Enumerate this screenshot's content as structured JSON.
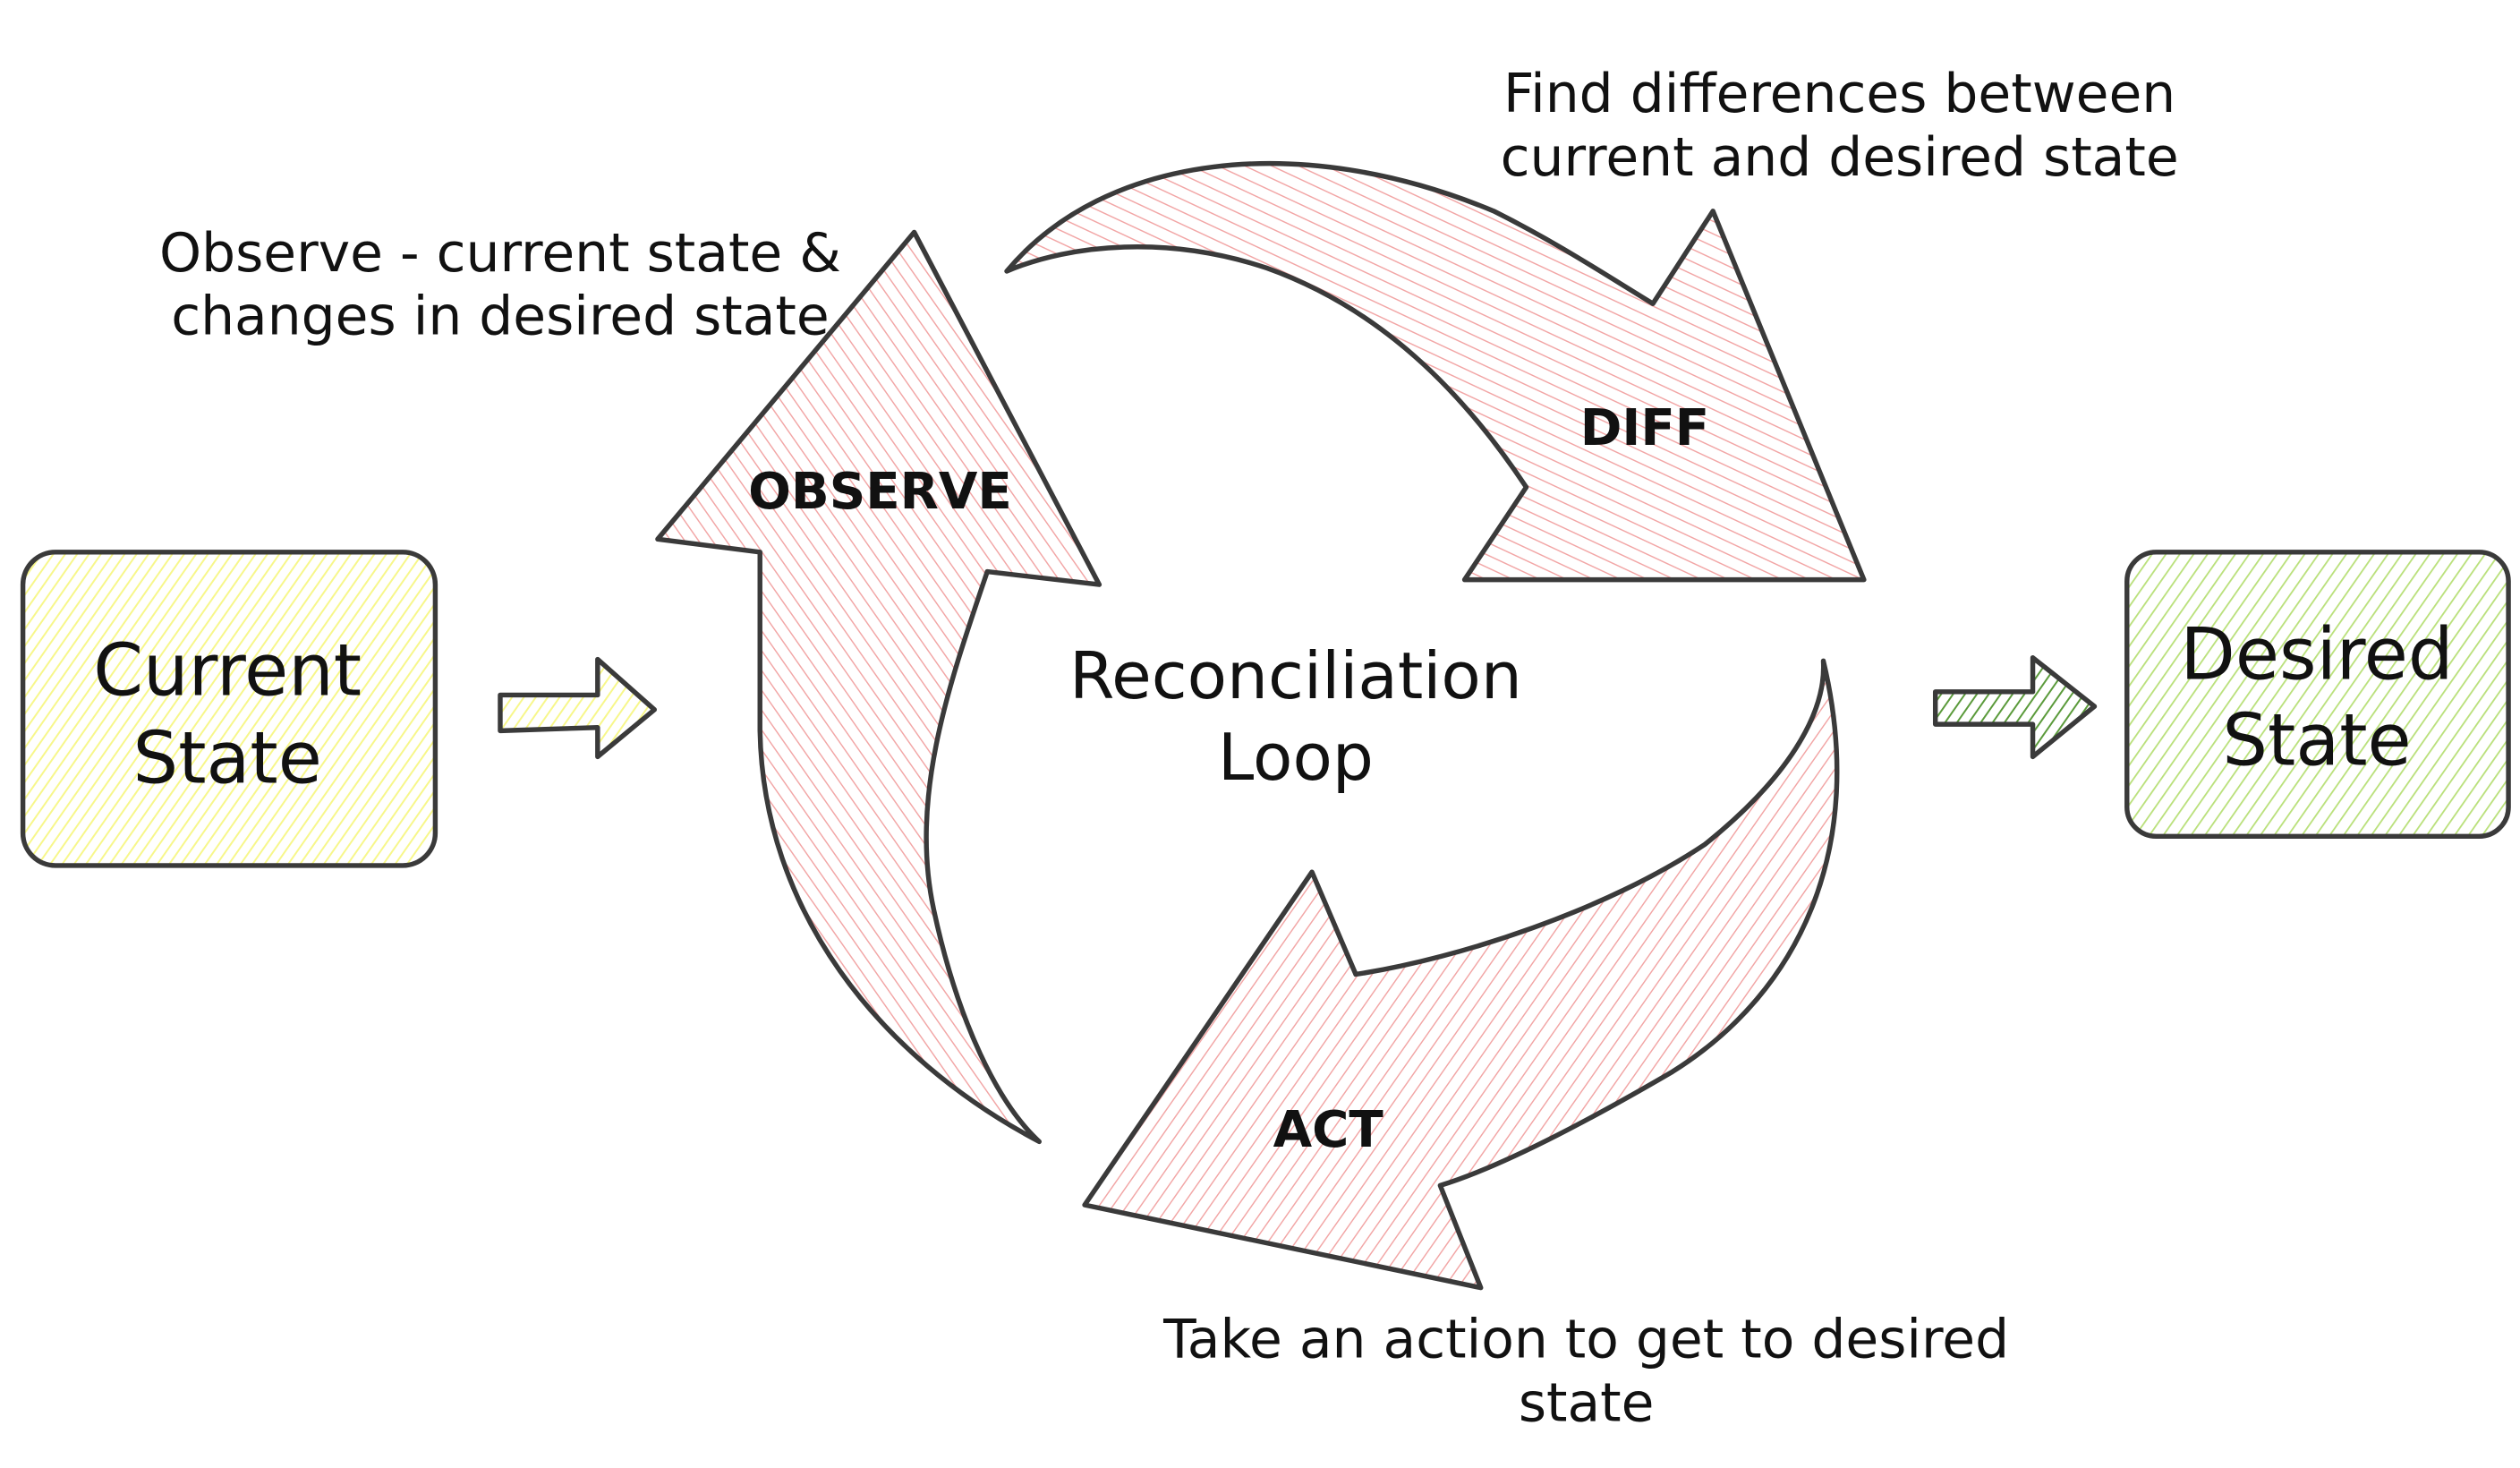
{
  "diagram": {
    "title_center": [
      "Reconciliation",
      "Loop"
    ],
    "boxes": {
      "current": {
        "lines": [
          "Current",
          "State"
        ],
        "color": "#f7f78a"
      },
      "desired": {
        "lines": [
          "Desired",
          "State"
        ],
        "color": "#b9e07a"
      }
    },
    "connector_colors": {
      "input_arrow": "#f7f78a",
      "output_arrow": "#5a9a3a"
    },
    "loop_color": "#f2a5a5",
    "steps": [
      {
        "id": "observe",
        "label": "OBSERVE",
        "note": [
          "Observe - current state &",
          "changes in desired state"
        ]
      },
      {
        "id": "diff",
        "label": "DIFF",
        "note": [
          "Find differences between",
          "current and desired state"
        ]
      },
      {
        "id": "act",
        "label": "ACT",
        "note": [
          "Take an action to get to desired",
          "state"
        ]
      }
    ]
  }
}
